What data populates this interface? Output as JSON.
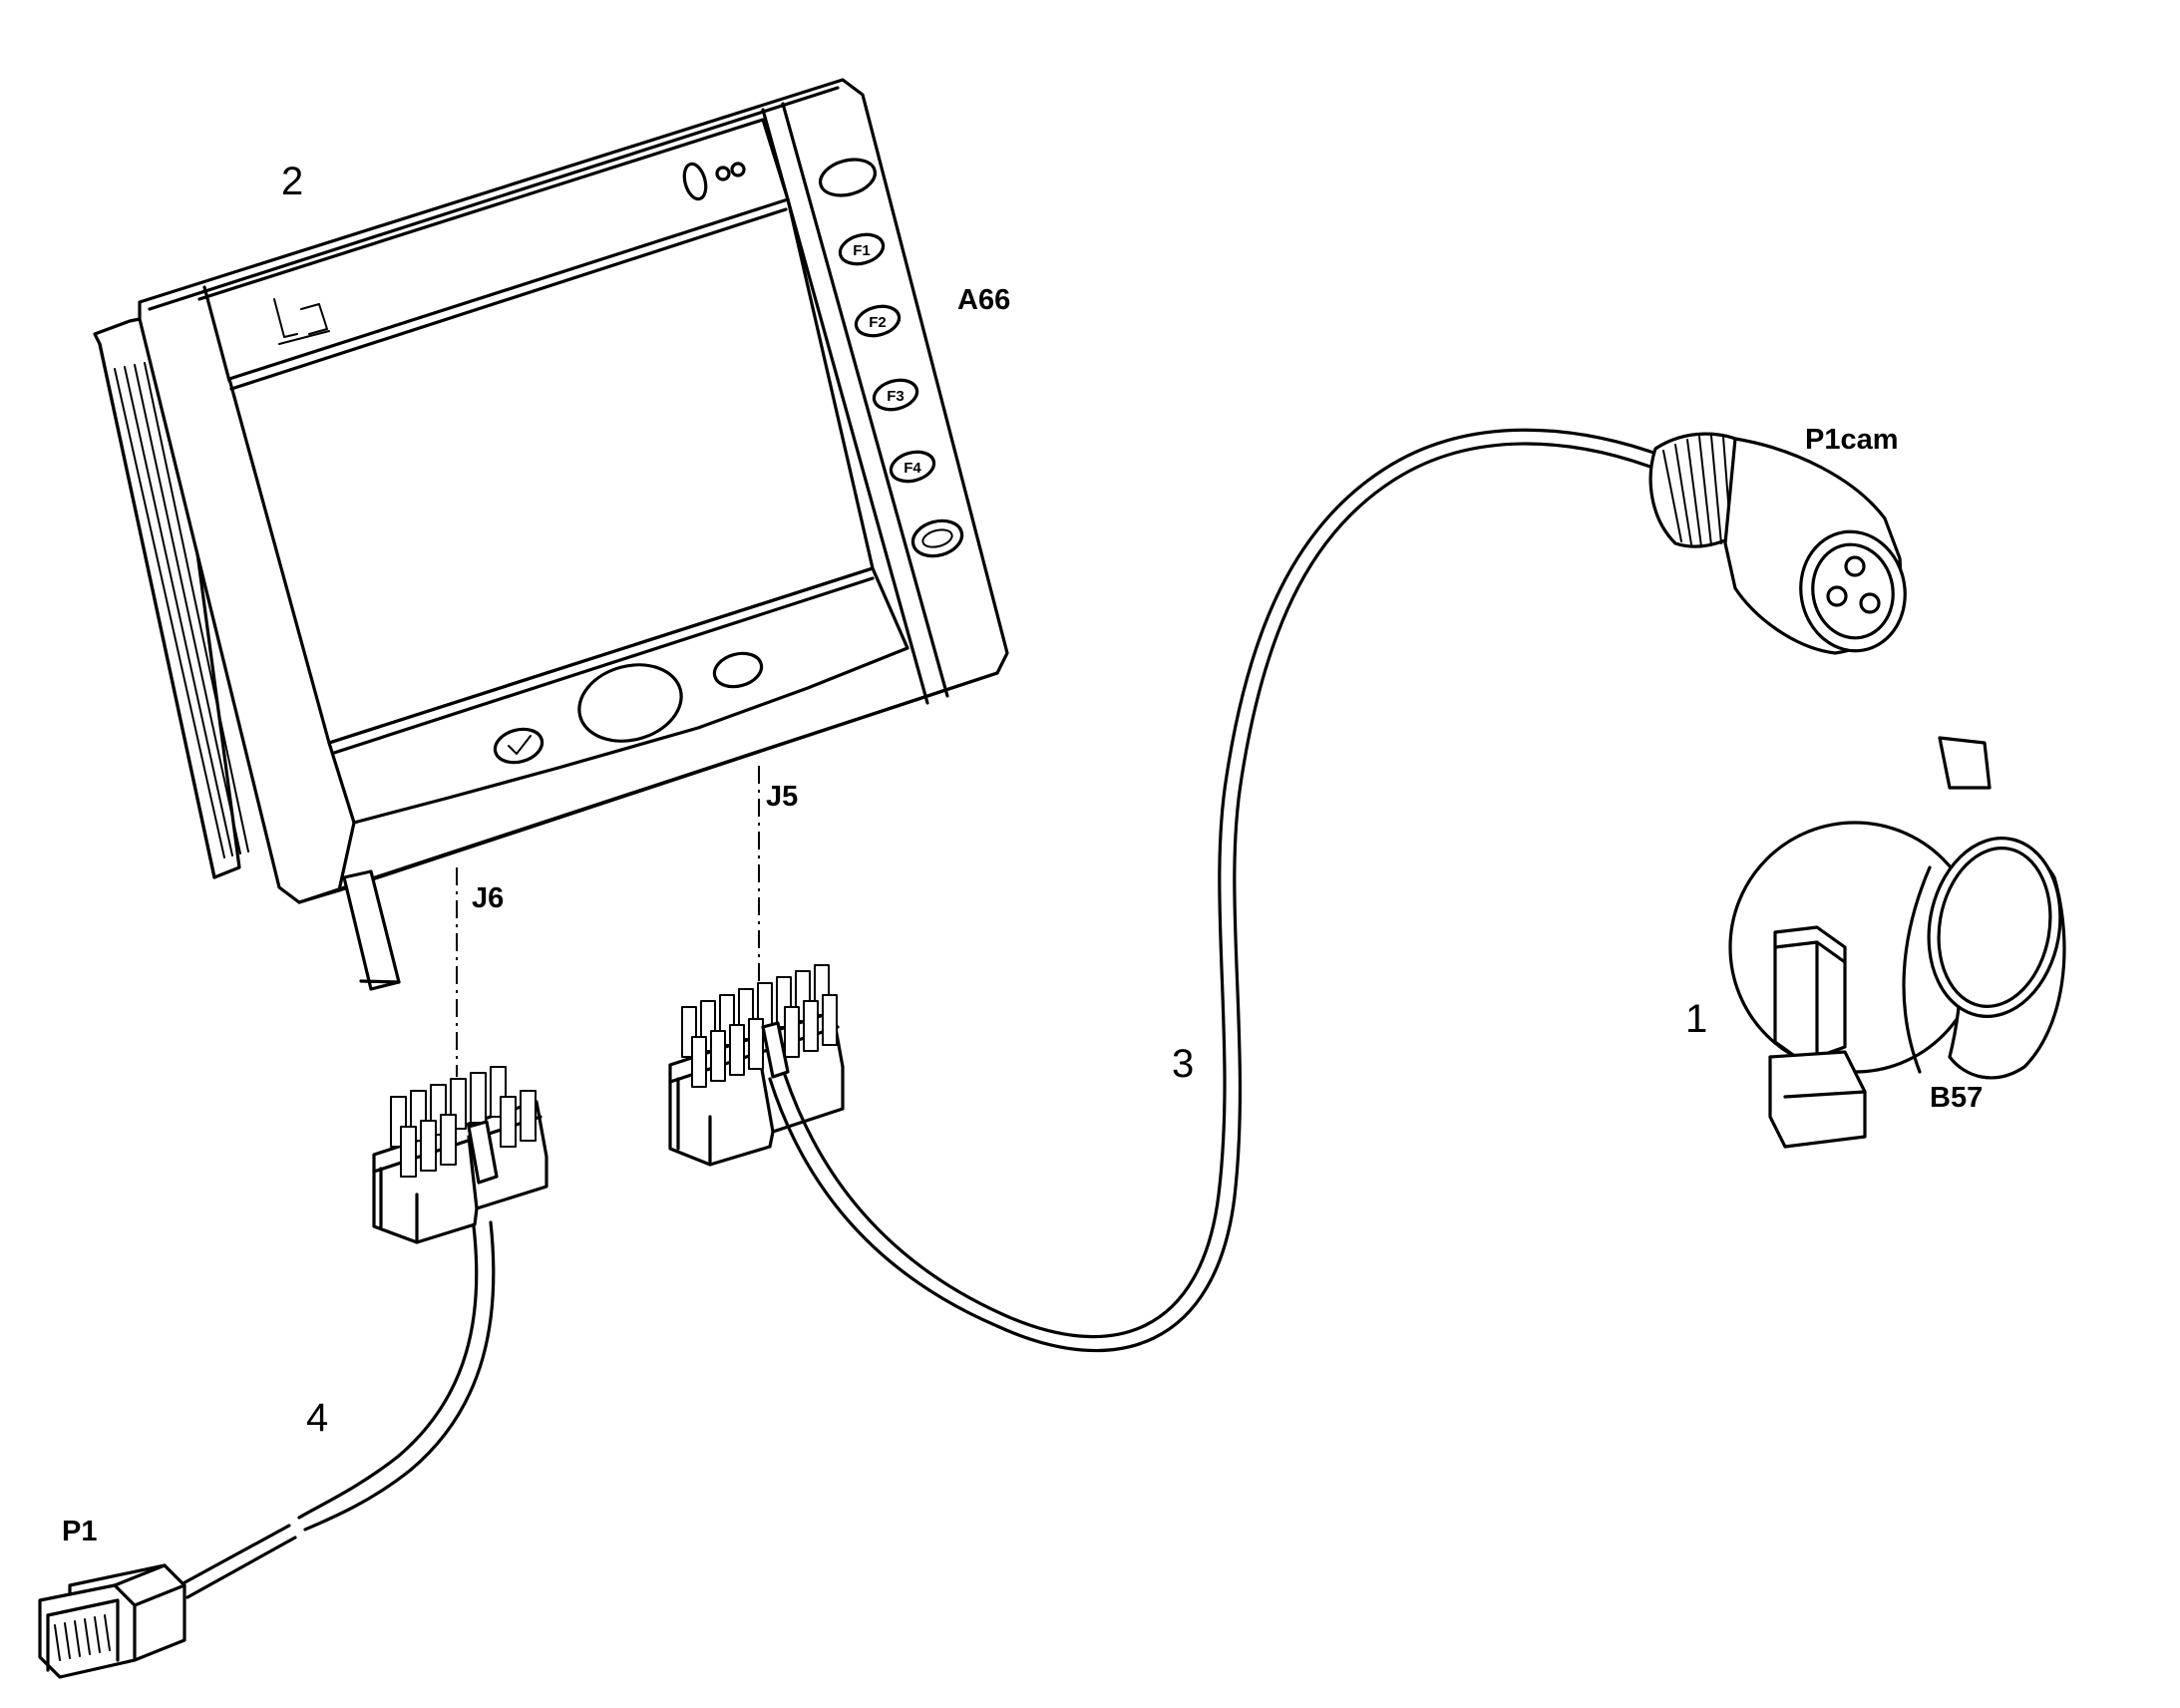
{
  "labels": {
    "display_ref": "2",
    "display_id": "A66",
    "camera_conn": "P1cam",
    "harness_ref": "3",
    "camera_ref": "1",
    "camera_id": "B57",
    "connector_j5": "J5",
    "connector_j6": "J6",
    "power_ref": "4",
    "power_plug": "P1"
  },
  "display_keys": {
    "f1": "F1",
    "f2": "F2",
    "f3": "F3",
    "f4": "F4"
  },
  "colors": {
    "ink": "#000000",
    "paper": "#ffffff"
  }
}
